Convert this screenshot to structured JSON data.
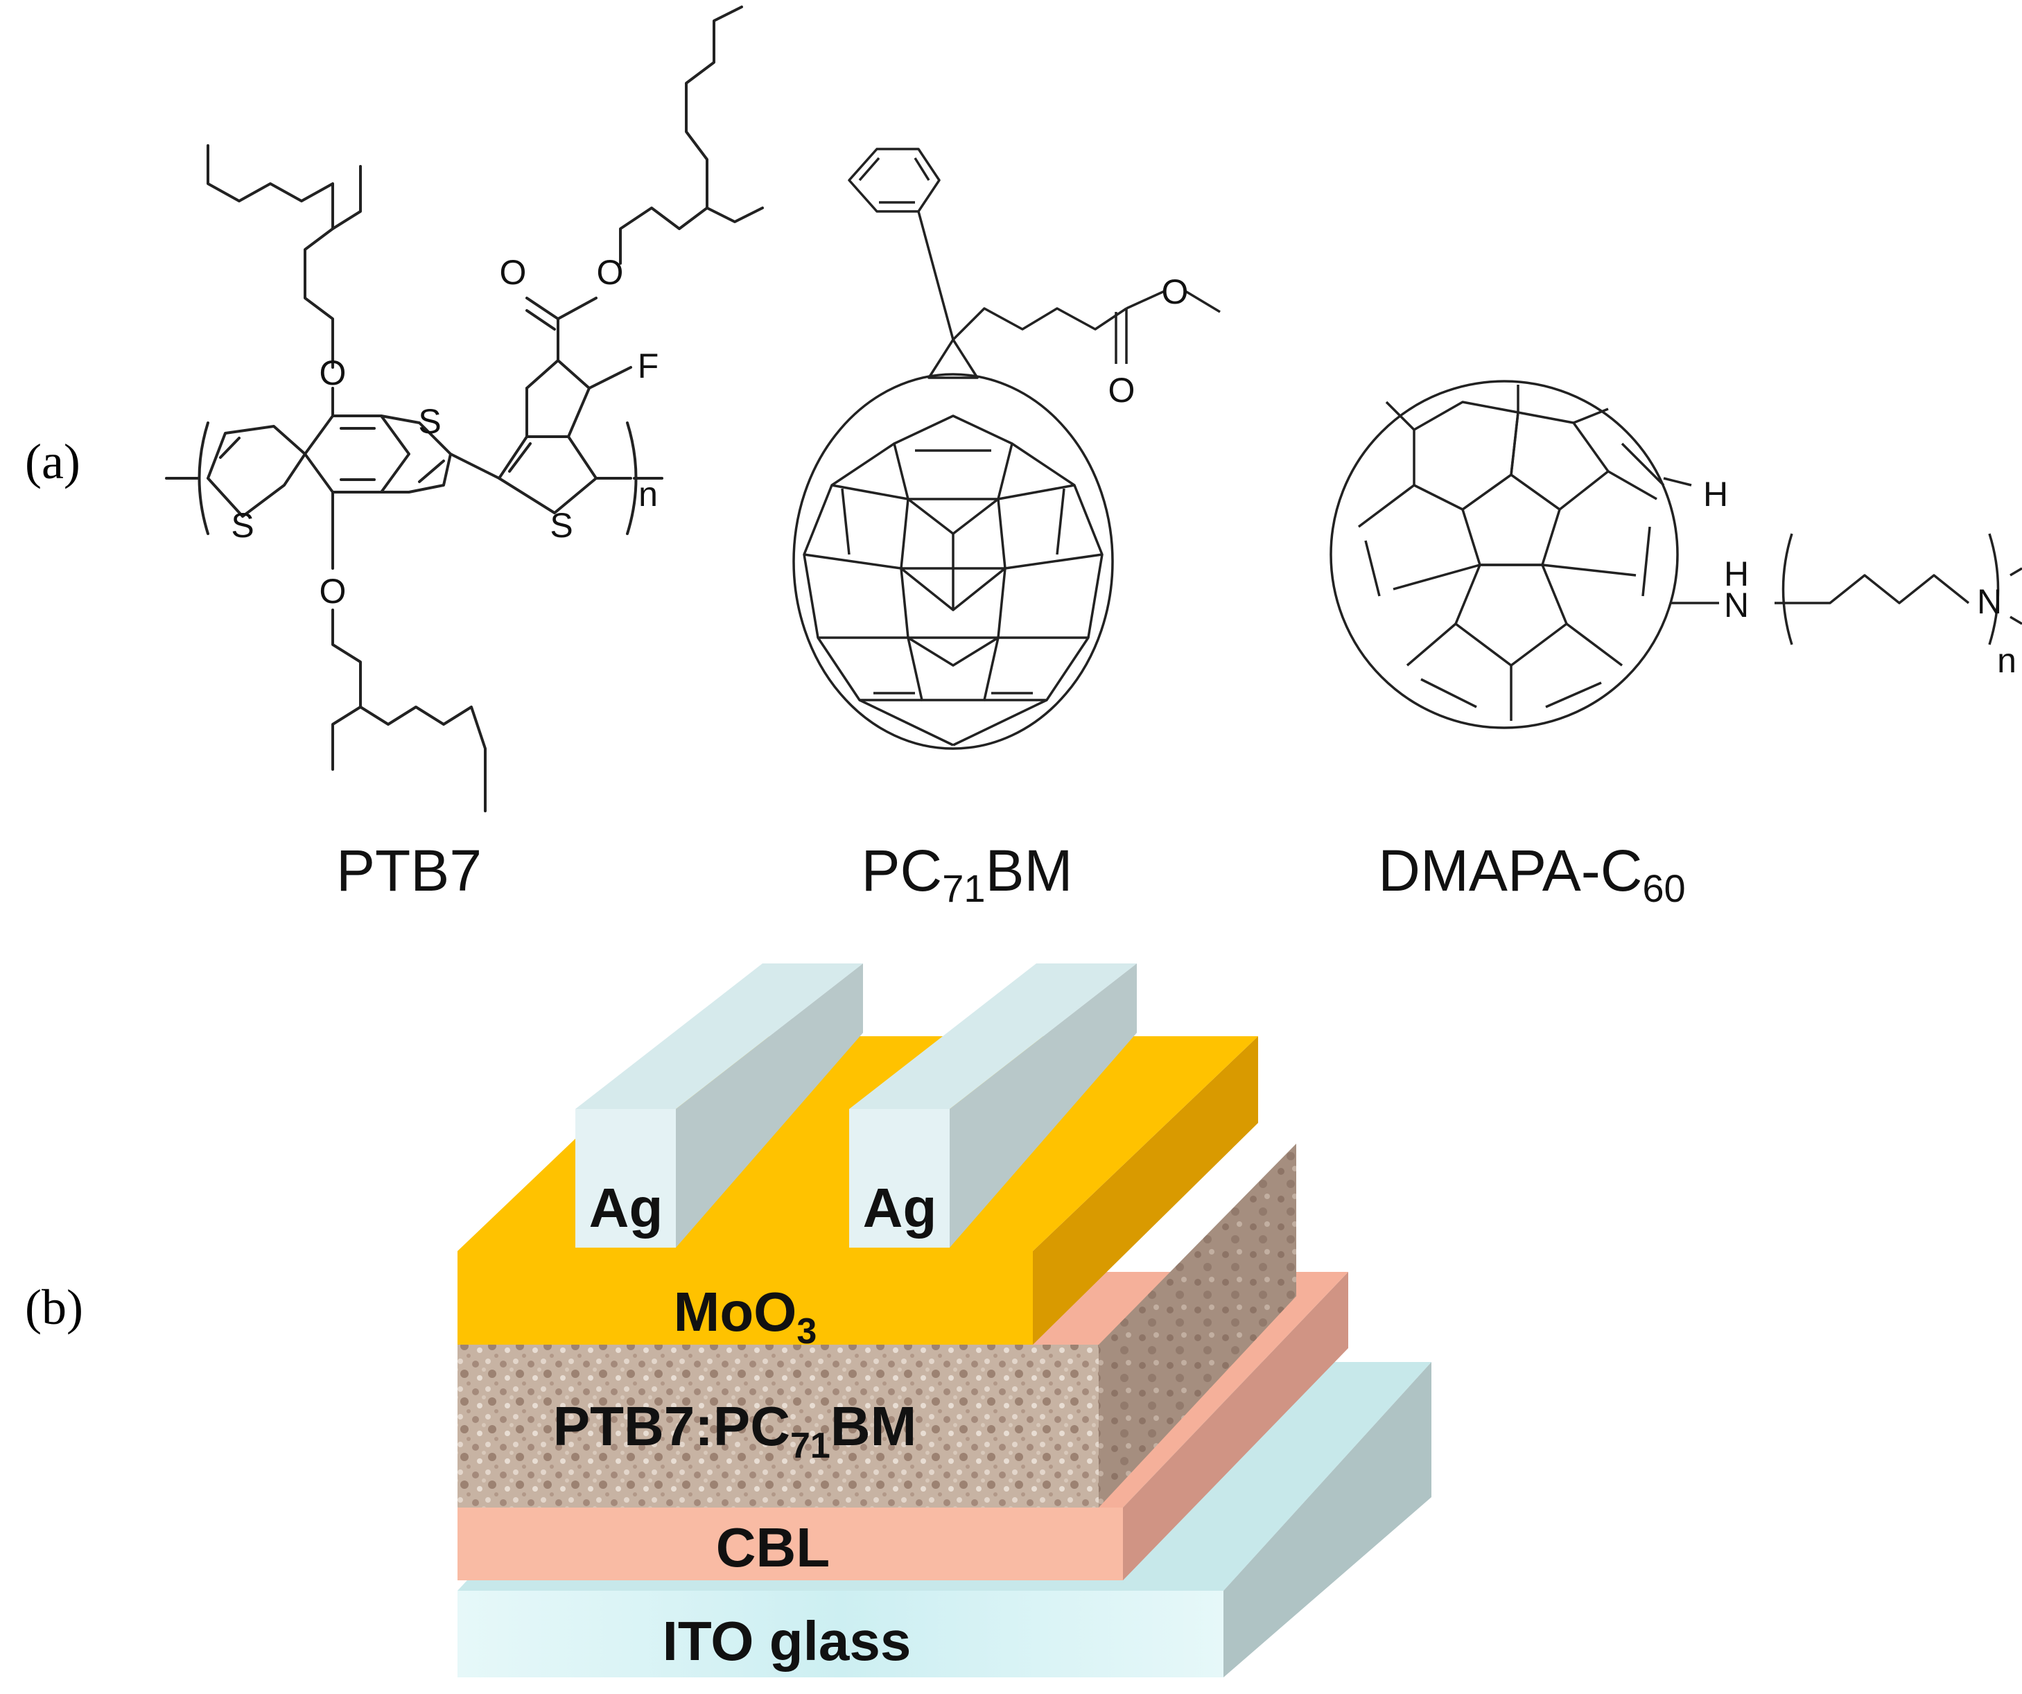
{
  "panel_labels": {
    "a": "(a)",
    "b": "(b)"
  },
  "molecules": {
    "ptb7": {
      "name": "PTB7",
      "atoms": {
        "o_top": "O",
        "o_bottom": "O",
        "s1": "S",
        "s2": "S",
        "s3": "S",
        "o_carbonyl": "O",
        "o_ester": "O",
        "f": "F",
        "n_sub": "n"
      }
    },
    "pc71bm": {
      "name_main": "PC",
      "name_sub": "71",
      "name_tail": "BM",
      "atoms": {
        "o_ester": "O",
        "o_carbonyl": "O"
      }
    },
    "dmapa": {
      "name_main": "DMAPA-C",
      "name_sub": "60",
      "atoms": {
        "h1": "H",
        "h2": "H",
        "n1": "N",
        "n2": "N",
        "n_sub": "n"
      }
    }
  },
  "device": {
    "electrode_1": "Ag",
    "electrode_2": "Ag",
    "moo3_main": "MoO",
    "moo3_sub": "3",
    "active_main": "PTB7:PC",
    "active_sub": "71",
    "active_tail": "BM",
    "cbl": "CBL",
    "ito": "ITO glass"
  },
  "colors": {
    "ag_front": "#E4F2F4",
    "ag_side": "#B8C8C9",
    "ag_top": "#D6EAEC",
    "moo3_front": "#FFC200",
    "moo3_side": "#D99A00",
    "active_front": "#C9B7A8",
    "active_side": "#A89080",
    "cbl_front": "#F9BBA4",
    "cbl_side": "#D09484",
    "ito_front": "#D4F2F4",
    "ito_side": "#AFC3C4",
    "line": "#222222"
  }
}
